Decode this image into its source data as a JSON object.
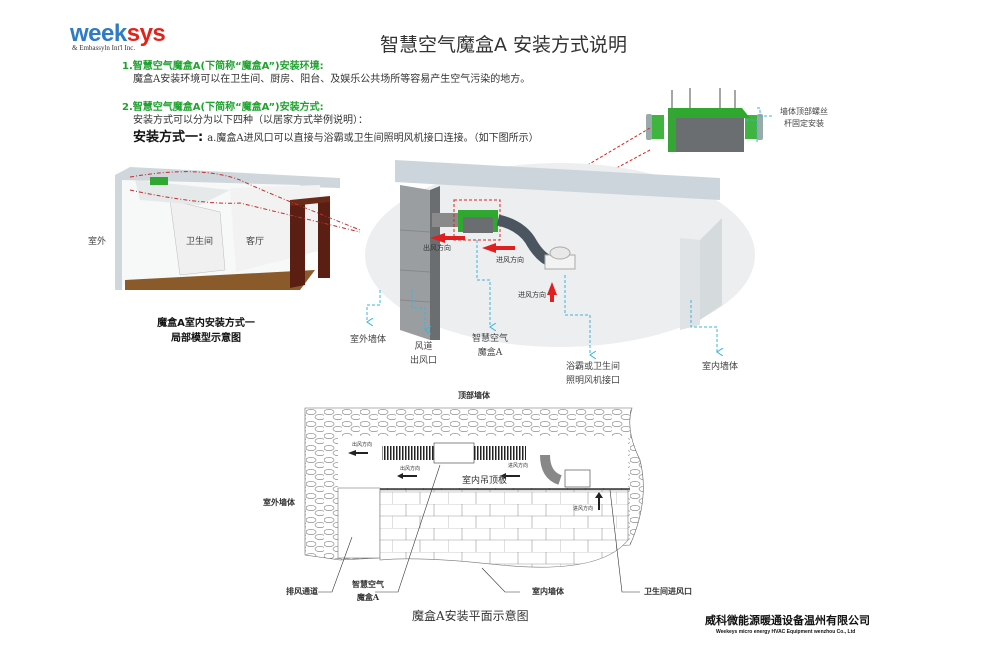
{
  "logo": {
    "brand_part1": "week",
    "brand_part2": "sys",
    "tagline": "& Embassyln Int'l Inc."
  },
  "title": "智慧空气魔盒A 安装方式说明",
  "section1": {
    "heading": "1.智慧空气魔盒A(下简称“魔盒A”)安装环境:",
    "text": "魔盒A安装环境可以在卫生间、厨房、阳台、及娱乐公共场所等容易产生空气污染的地方。"
  },
  "section2": {
    "heading": "2.智慧空气魔盒A(下简称“魔盒A”)安装方式:",
    "text": "安装方式可以分为以下四种（以居家方式举例说明）：",
    "method_label": "安装方式一:",
    "method_text": "a.魔盒A进风口可以直接与浴霸或卫生间照明风机接口连接。（如下图所示）"
  },
  "model_diagram": {
    "labels": {
      "outdoor": "室外",
      "bathroom": "卫生间",
      "living_room": "客厅"
    },
    "caption_line1": "魔盒A室内安装方式一",
    "caption_line2": "局部模型示意图"
  },
  "detail_diagram": {
    "top_device_note_line1": "墙体顶部螺丝",
    "top_device_note_line2": "杆固定安装",
    "outlet_direction": "出风方向",
    "inlet_direction_1": "进风方向",
    "inlet_direction_2": "进风方向",
    "callouts": {
      "outer_wall": "室外墙体",
      "duct_line1": "风道",
      "duct_line2": "出风口",
      "device_line1": "智慧空气",
      "device_line2": "魔盒A",
      "fan_line1": "浴霸或卫生间",
      "fan_line2": "照明风机接口",
      "inner_wall": "室内墙体"
    }
  },
  "plan_diagram": {
    "top_wall": "顶部墙体",
    "outer_wall": "室外墙体",
    "ceiling": "室内吊顶板",
    "outlet_direction_1": "出风方向",
    "outlet_direction_2": "出风方向",
    "inlet_direction_1": "进风方向",
    "inlet_direction_2": "进风方向",
    "exhaust_channel": "排风通道",
    "device_line1": "智慧空气",
    "device_line2": "魔盒A",
    "inner_wall": "室内墙体",
    "bathroom_inlet": "卫生间进风口",
    "caption": "魔盒A安装平面示意图"
  },
  "company": {
    "name_cn": "威科微能源暖通设备温州有限公司",
    "name_en": "Weekeys micro energy HVAC Equipment wenzhou Co., Ltd"
  },
  "colors": {
    "brand_blue": "#2e7cc4",
    "brand_red": "#e2231a",
    "heading_green": "#1fa32f",
    "device_green": "#2fa82f",
    "arrow_red": "#e02020",
    "callout_cyan": "#3ab4e0"
  }
}
